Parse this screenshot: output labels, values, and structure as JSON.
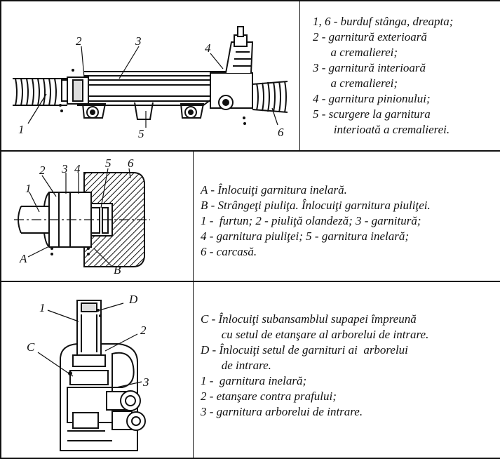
{
  "row1": {
    "labels": [
      "2",
      "3",
      "4",
      "1",
      "5",
      "6"
    ],
    "caption": [
      "1, 6 - burduf stânga, dreapta;",
      "2 - garnitură exterioară",
      "      a cremalierei;",
      "3 - garnitură interioară",
      "      a cremalierei;",
      "4 - garnitura pinionului;",
      "5 - scurgere la garnitura",
      "       interioată a cremalierei."
    ]
  },
  "row2": {
    "labels": [
      "2",
      "3",
      "4",
      "5",
      "6",
      "1",
      "A",
      "B"
    ],
    "caption": [
      "A - Înlocuiţi garnitura inelară.",
      "B - Strângeţi piuliţa. Înlocuiţi garnitura piuliţei.",
      "1 -  furtun; 2 - piuliţă olandeză; 3 - garnitură;",
      "4 - garnitura piuliţei; 5 - garnitura inelară;",
      "6 - carcasă."
    ]
  },
  "row3": {
    "labels": [
      "1",
      "D",
      "2",
      "C",
      "3"
    ],
    "caption": [
      "C - Înlocuiţi subansamblul supapei împreună",
      "       cu setul de etanşare al arborelui de intrare.",
      "D - Înlocuiţi setul de garnituri ai  arborelui",
      "       de intrare.",
      "1 -  garnitura inelară;",
      "2 - etanşare contra prafului;",
      "3 - garnitura arborelui de intrare."
    ]
  }
}
